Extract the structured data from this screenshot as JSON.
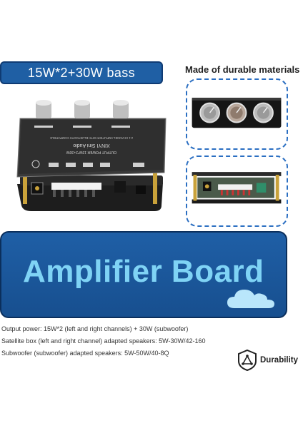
{
  "header": {
    "power_label": "15W*2+30W bass",
    "durable_heading": "Made of durable materials"
  },
  "board": {
    "title_text": "XINYI Sini Audio",
    "output_text": "OUTPUT POWER 15W*2+30W",
    "channel_text": "2.1 CHANNEL AMPLIFIER WITH BLUETOOTH-COMPATIBLE"
  },
  "banner": {
    "title": "Amplifier Board"
  },
  "specs": {
    "line1": "Output power: 15W*2 (left and right channels) + 30W (subwoofer)",
    "line2": "Satellite box (left and right channel) adapted speakers: 5W-30W/42-160",
    "line3": "Subwoofer (subwoofer) adapted speakers: 5W-50W/40-8Q"
  },
  "badge": {
    "label": "Durability",
    "icon": "shield-triangle-icon"
  },
  "colors": {
    "brand_blue": "#1f5fa4",
    "banner_text": "#7fd3f5",
    "dash_blue": "#2b6fc2"
  }
}
